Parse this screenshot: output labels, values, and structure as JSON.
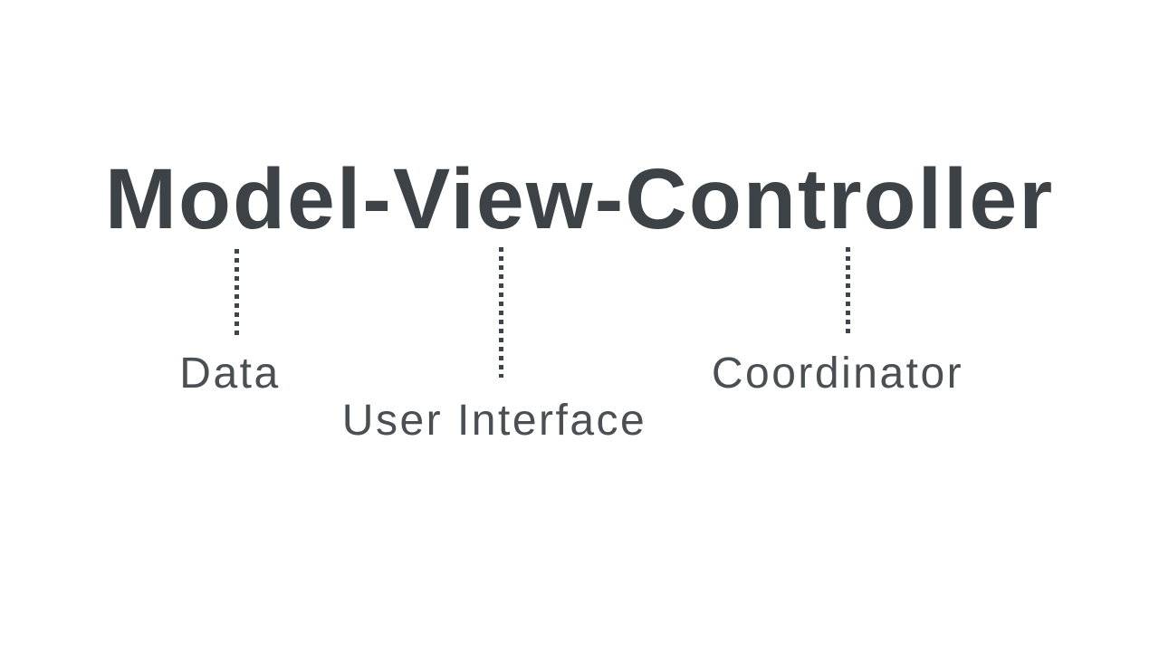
{
  "slide": {
    "title": "Model-View-Controller",
    "components": [
      {
        "part": "Model",
        "meaning": "Data"
      },
      {
        "part": "View",
        "meaning": "User Interface"
      },
      {
        "part": "Controller",
        "meaning": "Coordinator"
      }
    ],
    "colors": {
      "title_text": "#3d4246",
      "label_text": "#4a4f53",
      "connector_dots": "#3f4449",
      "background": "#ffffff"
    }
  }
}
